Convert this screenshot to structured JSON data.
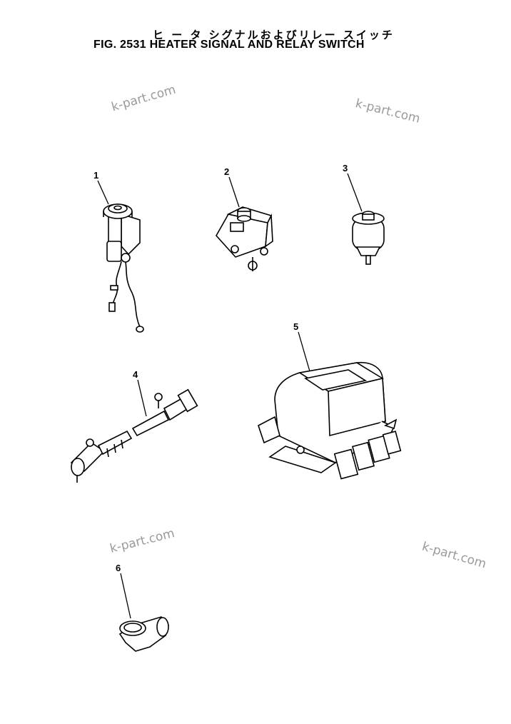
{
  "figure": {
    "title_jp": "ヒ ー タ  シグナルおよびリレー  スイッチ",
    "title_en": "FIG. 2531  HEATER SIGNAL AND RELAY SWITCH"
  },
  "watermarks": [
    "k-part.com",
    "k-part.com",
    "k-part.com",
    "k-part.com"
  ],
  "callouts": [
    "1",
    "2",
    "3",
    "4",
    "5",
    "6"
  ]
}
